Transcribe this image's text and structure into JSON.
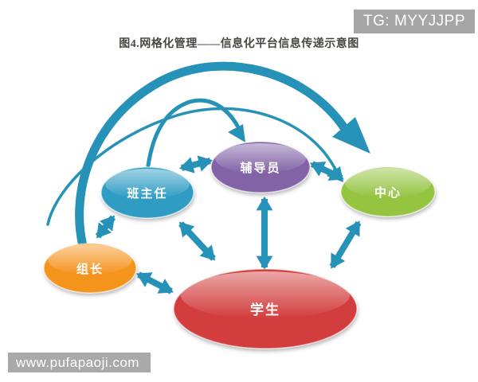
{
  "header": {
    "tg_badge": "TG: MYYJJPP",
    "title": "图4.网格化管理——信息化平台信息传递示意图"
  },
  "watermark": "www.pufapaoji.com",
  "colors": {
    "arrow": "#2792b8",
    "badge_bg": "#a6a6a6",
    "watermark_bg": "#a9a9a9",
    "title_text": "#4a4643"
  },
  "diagram": {
    "nodes": [
      {
        "id": "banzhuren",
        "label": "班主任",
        "color": "#2e9cc3"
      },
      {
        "id": "fudaoyuan",
        "label": "辅导员",
        "color": "#8163a6"
      },
      {
        "id": "zhongxin",
        "label": "中心",
        "color": "#94c441"
      },
      {
        "id": "zuzhang",
        "label": "组长",
        "color": "#f5941f"
      },
      {
        "id": "xuesheng",
        "label": "学生",
        "color": "#d23c3c"
      }
    ],
    "edges": [
      {
        "from": "组长",
        "to": "中心",
        "style": "curved-thick",
        "direction": "one-way"
      },
      {
        "from": "组长",
        "to": "中心",
        "style": "curved-thin",
        "direction": "one-way"
      },
      {
        "from": "班主任",
        "to": "辅导员",
        "style": "curved",
        "direction": "one-way"
      },
      {
        "from": "班主任",
        "to": "辅导员",
        "style": "straight",
        "direction": "two-way"
      },
      {
        "from": "辅导员",
        "to": "中心",
        "style": "straight",
        "direction": "two-way"
      },
      {
        "from": "组长",
        "to": "班主任",
        "style": "straight",
        "direction": "two-way"
      },
      {
        "from": "班主任",
        "to": "学生",
        "style": "straight",
        "direction": "two-way"
      },
      {
        "from": "组长",
        "to": "学生",
        "style": "straight",
        "direction": "two-way"
      },
      {
        "from": "辅导员",
        "to": "学生",
        "style": "straight",
        "direction": "two-way"
      },
      {
        "from": "中心",
        "to": "学生",
        "style": "straight",
        "direction": "two-way"
      }
    ]
  }
}
